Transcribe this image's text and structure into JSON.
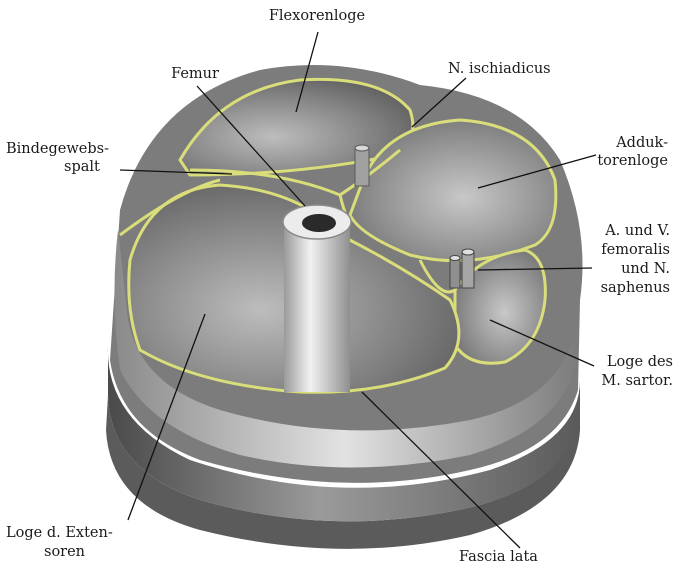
{
  "labels": {
    "flexorenloge": "Flexorenloge",
    "femur": "Femur",
    "n_ischiadicus": "N. ischiadicus",
    "bindegewebsspalt_1": "Bindegewebs-",
    "bindegewebsspalt_2": "spalt",
    "adduktorenloge_1": "Adduk-",
    "adduktorenloge_2": "torenloge",
    "femoralis_1": "A. und V.",
    "femoralis_2": "femoralis",
    "femoralis_3": "und N.",
    "femoralis_4": "saphenus",
    "sartor_1": "Loge des",
    "sartor_2": "M. sartor.",
    "extensoren_1": "Loge d. Exten-",
    "extensoren_2": "soren",
    "fascia_lata": "Fascia lata"
  },
  "colors": {
    "fascia": "#d9dd7a",
    "muscle_dark": "#6d6d6d",
    "muscle_light": "#cfcfcf",
    "bone": "#e6e6e6",
    "skin": "#8a8a8a"
  }
}
